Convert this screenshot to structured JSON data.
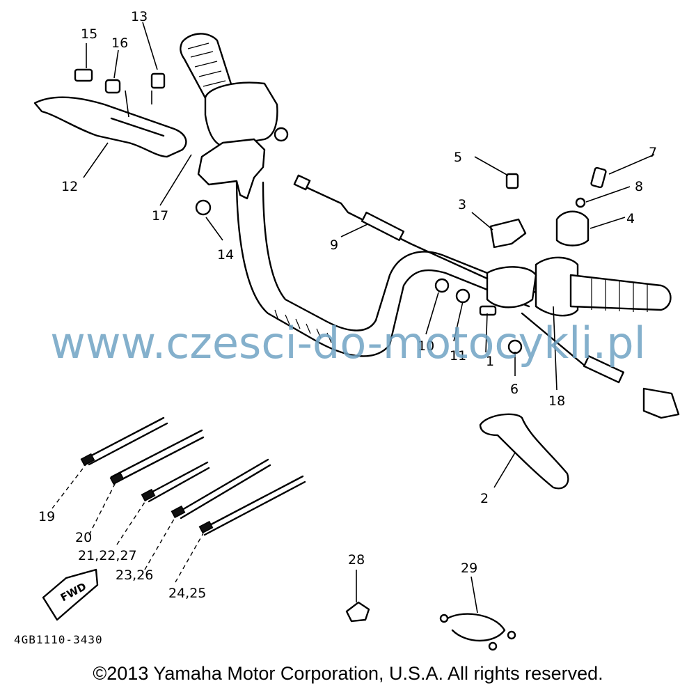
{
  "diagram": {
    "part_labels": {
      "p1": "1",
      "p2": "2",
      "p3": "3",
      "p4": "4",
      "p5": "5",
      "p6": "6",
      "p7": "7",
      "p8": "8",
      "p9": "9",
      "p10": "10",
      "p11": "11",
      "p12": "12",
      "p13": "13",
      "p14": "14",
      "p15": "15",
      "p16": "16",
      "p17": "17",
      "p18": "18",
      "p19": "19",
      "p20": "20",
      "p21": "21,22,27",
      "p23": "23,26",
      "p24": "24,25",
      "p28": "28",
      "p29": "29"
    },
    "fwd_label": "FWD",
    "diagram_code": "4GB1110-3430"
  },
  "watermark": "www.czesci-do-motocykli.pl",
  "copyright": "©2013 Yamaha Motor Corporation, U.S.A. All rights reserved."
}
